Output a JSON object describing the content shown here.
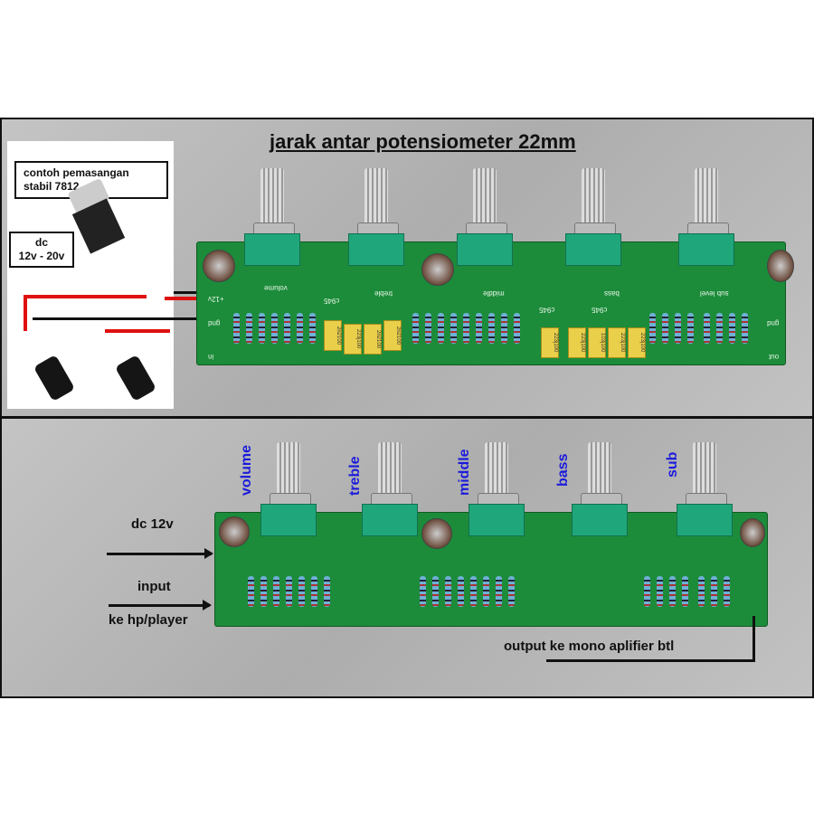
{
  "top": {
    "title": "jarak antar potensiometer 22mm",
    "note_box": {
      "line1": "contoh pemasangan",
      "line2": "stabil 7812"
    },
    "dc_box": {
      "line1": "dc",
      "line2": "12v - 20v"
    }
  },
  "board_silk": {
    "volume": "volume",
    "treble": "treble",
    "middle": "middle",
    "bass": "bass",
    "sub": "sub level",
    "v12": "+12v",
    "gnd": "gnd",
    "gnd2": "gnd",
    "out": "out",
    "in": "in",
    "t1": "c945",
    "t2": "c945",
    "t3": "c945"
  },
  "caps": [
    "2n2100",
    "223j100",
    "2n2100",
    "2n2100",
    "223j100",
    "223j100",
    "103j100",
    "223j100",
    "223j100"
  ],
  "bottom": {
    "labels": [
      "volume",
      "treble",
      "middle",
      "bass",
      "sub"
    ],
    "dc": "dc 12v",
    "input": "input",
    "input_sub": "ke hp/player",
    "output": "output ke mono aplifier btl"
  }
}
